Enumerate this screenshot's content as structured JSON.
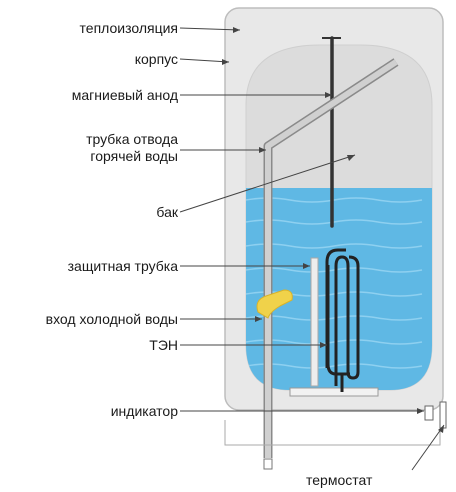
{
  "labels": {
    "insulation": "теплоизоляция",
    "body": "корпус",
    "anode": "магниевый анод",
    "hot_pipe_line1": "трубка отвода",
    "hot_pipe_line2": "горячей воды",
    "tank": "бак",
    "protective_tube": "защитная трубка",
    "cold_inlet": "вход холодной воды",
    "heater": "ТЭН",
    "indicator": "индикатор",
    "thermostat": "термостат"
  },
  "colors": {
    "outer_body": "#e8e8e8",
    "tank_inner": "#dddddd",
    "water": "#5fb8e4",
    "water_wave": "#8ed0f0",
    "pipe": "#c8c8c8",
    "pipe_edge": "#8a8a8a",
    "heater": "#2a2a2a",
    "cold_inlet": "#f0d24a",
    "leader_line": "#444444"
  }
}
